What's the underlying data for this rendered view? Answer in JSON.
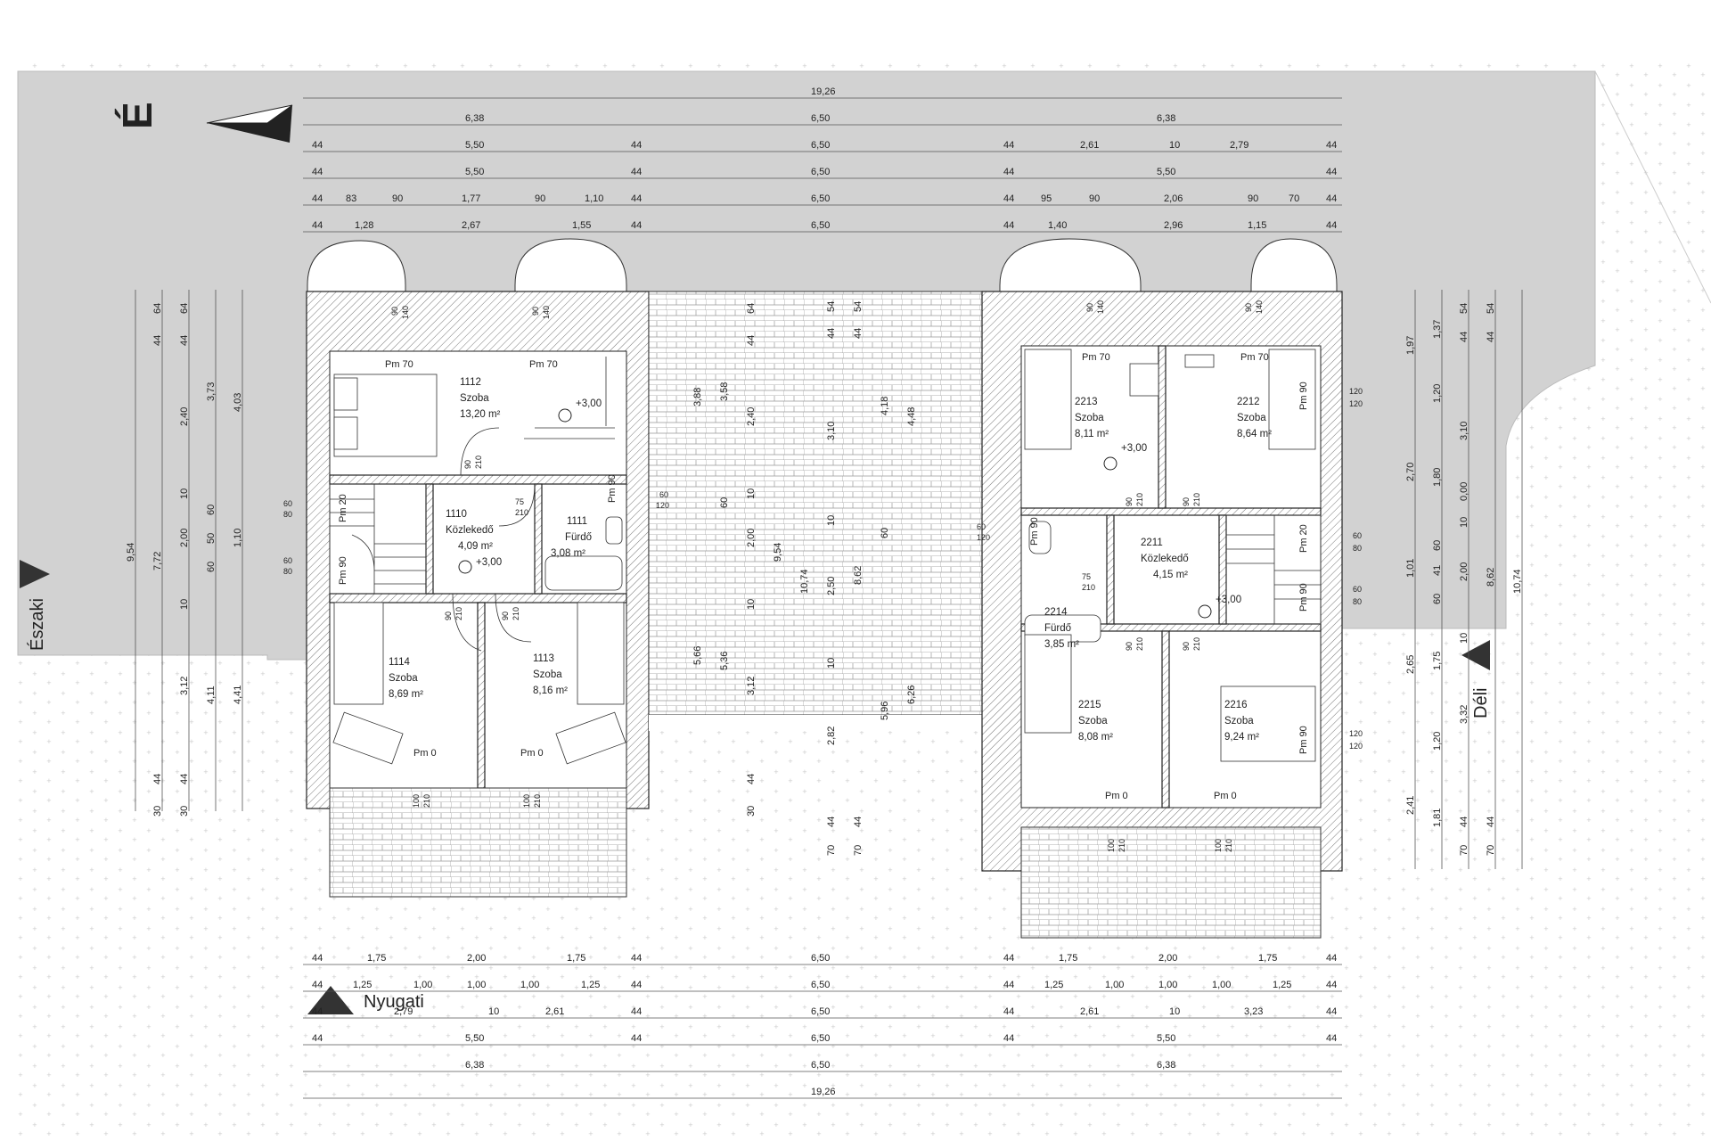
{
  "compass": {
    "north_letter": "É"
  },
  "directions": {
    "north": "Északi",
    "west": "Nyugati",
    "south": "Déli"
  },
  "dims": {
    "overall": "19,26",
    "half_left": "6,38",
    "mid": "6,50",
    "half_right": "6,38",
    "w44": "44",
    "w550": "5,50",
    "r261": "2,61",
    "w10": "10",
    "r279": "2,79",
    "t83": "83",
    "t90": "90",
    "t177": "1,77",
    "t110": "1,10",
    "t95": "95",
    "t206": "2,06",
    "t70": "70",
    "t128": "1,28",
    "t267": "2,67",
    "t155": "1,55",
    "t140": "1,40",
    "t296": "2,96",
    "t115": "1,15",
    "b175": "1,75",
    "b200": "2,00",
    "b125": "1,25",
    "b100": "1,00",
    "b279": "2,79",
    "b261": "2,61",
    "b323": "3,23",
    "v954": "9,54",
    "v772": "7,72",
    "v64": "64",
    "v240": "2,40",
    "v373": "3,73",
    "v403": "4,03",
    "v60": "60",
    "v50": "50",
    "v312": "3,12",
    "v411": "4,11",
    "v441": "4,41",
    "v30": "30",
    "v388": "3,88",
    "v358": "3,58",
    "v54": "54",
    "v310": "3,10",
    "v418": "4,18",
    "v448": "4,48",
    "v1074": "10,74",
    "v250": "2,50",
    "v862": "8,62",
    "v566": "5,66",
    "v536": "5,36",
    "v282": "2,82",
    "v596": "5,96",
    "v626": "6,26",
    "v197": "1,97",
    "v137": "1,37",
    "v120": "1,20",
    "v270": "2,70",
    "v180": "1,80",
    "v000": "0,00",
    "v101": "1,01",
    "v41": "41",
    "v265": "2,65",
    "v332": "3,32",
    "v241": "2,41",
    "v181": "1,81"
  },
  "rooms": [
    {
      "no": "1112",
      "name": "Szoba",
      "area": "13,20 m²"
    },
    {
      "no": "1110",
      "name": "Közlekedő",
      "area": "4,09 m²"
    },
    {
      "no": "1111",
      "name": "Fürdő",
      "area": "3,08 m²"
    },
    {
      "no": "1114",
      "name": "Szoba",
      "area": "8,69 m²"
    },
    {
      "no": "1113",
      "name": "Szoba",
      "area": "8,16 m²"
    },
    {
      "no": "2213",
      "name": "Szoba",
      "area": "8,11 m²"
    },
    {
      "no": "2212",
      "name": "Szoba",
      "area": "8,64 m²"
    },
    {
      "no": "2211",
      "name": "Közlekedő",
      "area": "4,15 m²"
    },
    {
      "no": "2214",
      "name": "Fürdő",
      "area": "3,85 m²"
    },
    {
      "no": "2215",
      "name": "Szoba",
      "area": "8,08 m²"
    },
    {
      "no": "2216",
      "name": "Szoba",
      "area": "9,24 m²"
    }
  ],
  "levels": {
    "upper": "+3,00"
  },
  "sills": {
    "pm70": "Pm 70",
    "pm90": "Pm 90",
    "pm20": "Pm 20",
    "pm0": "Pm 0"
  },
  "openings": {
    "o90": "90",
    "o140": "140",
    "o210": "210",
    "o100": "100",
    "o75": "75",
    "o60": "60",
    "o80": "80",
    "o120": "120"
  }
}
